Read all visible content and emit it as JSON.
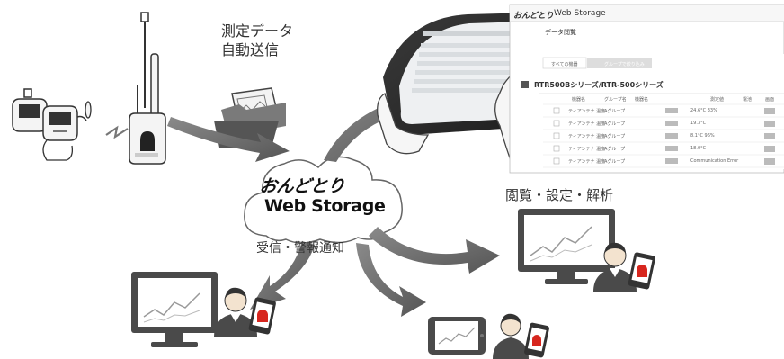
{
  "labels": {
    "send": [
      "測定データ",
      "自動送信"
    ],
    "view": "閲覧・設定・解析",
    "receive": "受信・警報通知"
  },
  "cloud": {
    "brand_line1": "おんどとり",
    "brand_line2": "Web Storage"
  },
  "screenshot": {
    "logo": "おんどとり",
    "app": "Web Storage",
    "page_title": "データ閲覧",
    "tab_active": "すべての機器",
    "tab_inactive": "グループで絞り込み",
    "series": "RTR500Bシリーズ/RTR-500シリーズ",
    "columns": [
      "機器名",
      "グループ名",
      "機器名",
      "測定値",
      "電池",
      "画面"
    ],
    "rows": [
      {
        "name": "ティアンテナ 温度",
        "group": "Aグループ",
        "value": "24.6°C 33%"
      },
      {
        "name": "ティアンテナ 温度",
        "group": "Aグループ",
        "value": "19.3°C"
      },
      {
        "name": "ティアンテナ 温度",
        "group": "Aグループ",
        "value": "8.1°C 96%"
      },
      {
        "name": "ティアンテナ 温度",
        "group": "Aグループ",
        "value": "18.0°C"
      },
      {
        "name": "ティアンテナ 温度",
        "group": "Aグループ",
        "value": "Communication Error"
      }
    ]
  },
  "colors": {
    "arrow": "#5a5a5a",
    "cloud_stroke": "#666666",
    "device_body": "#f4f4f4",
    "monitor": "#4a4a4a",
    "warning": "#d7261e"
  }
}
